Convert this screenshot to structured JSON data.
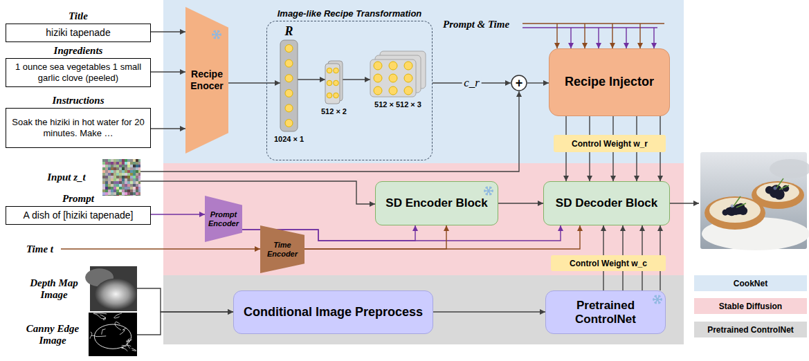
{
  "diagram": {
    "nodes": [
      {
        "text": [
          "Title",
          "hiziki tapenade"
        ]
      },
      {
        "text": [
          "Ingredients",
          "1 ounce sea vegetables 1 small garlic clove (peeled)"
        ]
      },
      {
        "text": [
          "Instructions",
          "Soak the hiziki in hot water for 20 minutes. Make …"
        ]
      },
      {
        "text": [
          "Recipe Enocer"
        ]
      },
      {
        "text": [
          "Image-like Recipe Transformation"
        ]
      },
      {
        "text": [
          "R",
          "1024 × 1"
        ],
        "in": 4
      },
      {
        "text": [
          "512 × 2"
        ],
        "in": 4
      },
      {
        "text": [
          "512 × 512 × 3"
        ],
        "in": 4
      },
      {
        "text": [
          "+"
        ]
      },
      {
        "text": [
          "Recipe Injector"
        ]
      },
      {
        "text": [
          "Control Weight w_r"
        ]
      },
      {
        "text": [
          "Input z_t"
        ]
      },
      {
        "text": [
          "SD Encoder Block"
        ]
      },
      {
        "text": [
          "SD Decoder Block"
        ]
      },
      {
        "text": [
          "Prompt",
          "A dish of [hiziki tapenade]"
        ]
      },
      {
        "text": [
          "Prompt Encoder"
        ]
      },
      {
        "text": [
          "Time Encoder"
        ]
      },
      {
        "text": [
          "Control Weight w_c"
        ]
      },
      {
        "text": [
          "Depth Map Image"
        ]
      },
      {
        "text": [
          "Canny Edge Image"
        ]
      },
      {
        "text": [
          "Conditional Image Preprocess"
        ]
      },
      {
        "text": [
          "Pretrained ControlNet"
        ]
      }
    ],
    "edges": [
      {
        "from": 0,
        "to": 3,
        "arrow": "to"
      },
      {
        "from": 1,
        "to": 3,
        "arrow": "to"
      },
      {
        "from": 2,
        "to": 3,
        "arrow": "to"
      },
      {
        "from": 3,
        "to": 5,
        "arrow": "to"
      },
      {
        "from": 5,
        "to": 6,
        "arrow": "to"
      },
      {
        "from": 6,
        "to": 7,
        "arrow": "to"
      },
      {
        "from": 4,
        "to": 8,
        "label": "c_r",
        "arrow": "to"
      },
      {
        "from": 8,
        "to": 9,
        "arrow": "to"
      },
      {
        "from": 11,
        "to": 8,
        "arrow": "to"
      },
      {
        "from": 11,
        "to": 12,
        "arrow": "to"
      },
      {
        "from": 12,
        "to": 13,
        "arrow": "to"
      },
      {
        "from": 14,
        "to": 15,
        "arrow": "to"
      },
      {
        "from": 15,
        "to": 12,
        "arrow": "to"
      },
      {
        "from": 15,
        "to": 13,
        "arrow": "to"
      },
      {
        "from": 16,
        "to": 12,
        "arrow": "to"
      },
      {
        "from": 16,
        "to": 13,
        "arrow": "to"
      },
      {
        "from": 9,
        "to": 10,
        "arrow": "none"
      },
      {
        "from": 9,
        "to": 10,
        "arrow": "none"
      },
      {
        "from": 9,
        "to": 10,
        "arrow": "none"
      },
      {
        "from": 9,
        "to": 10,
        "arrow": "none"
      },
      {
        "from": 9,
        "to": 10,
        "arrow": "none"
      },
      {
        "from": 10,
        "to": 13,
        "arrow": "to"
      },
      {
        "from": 10,
        "to": 13,
        "arrow": "to"
      },
      {
        "from": 10,
        "to": 13,
        "arrow": "to"
      },
      {
        "from": 10,
        "to": 13,
        "arrow": "to"
      },
      {
        "from": 10,
        "to": 13,
        "arrow": "to"
      },
      {
        "from": 21,
        "to": 17,
        "arrow": "none"
      },
      {
        "from": 21,
        "to": 17,
        "arrow": "none"
      },
      {
        "from": 21,
        "to": 17,
        "arrow": "none"
      },
      {
        "from": 21,
        "to": 17,
        "arrow": "none"
      },
      {
        "from": 17,
        "to": 13,
        "arrow": "to"
      },
      {
        "from": 17,
        "to": 13,
        "arrow": "to"
      },
      {
        "from": 17,
        "to": 13,
        "arrow": "to"
      },
      {
        "from": 17,
        "to": 13,
        "arrow": "to"
      },
      {
        "from": 18,
        "to": 20,
        "arrow": "to"
      },
      {
        "from": 19,
        "to": 20,
        "arrow": "to"
      },
      {
        "from": 20,
        "to": 21,
        "arrow": "to"
      }
    ],
    "labels": [
      "Prompt & Time",
      "Time t"
    ],
    "legend": [
      {
        "text": "CookNet",
        "color": "#dae8f5"
      },
      {
        "text": "Stable Diffusion",
        "color": "#f8d3d7"
      },
      {
        "text": "Pretrained ControlNet",
        "color": "#d9d9d9"
      }
    ]
  }
}
